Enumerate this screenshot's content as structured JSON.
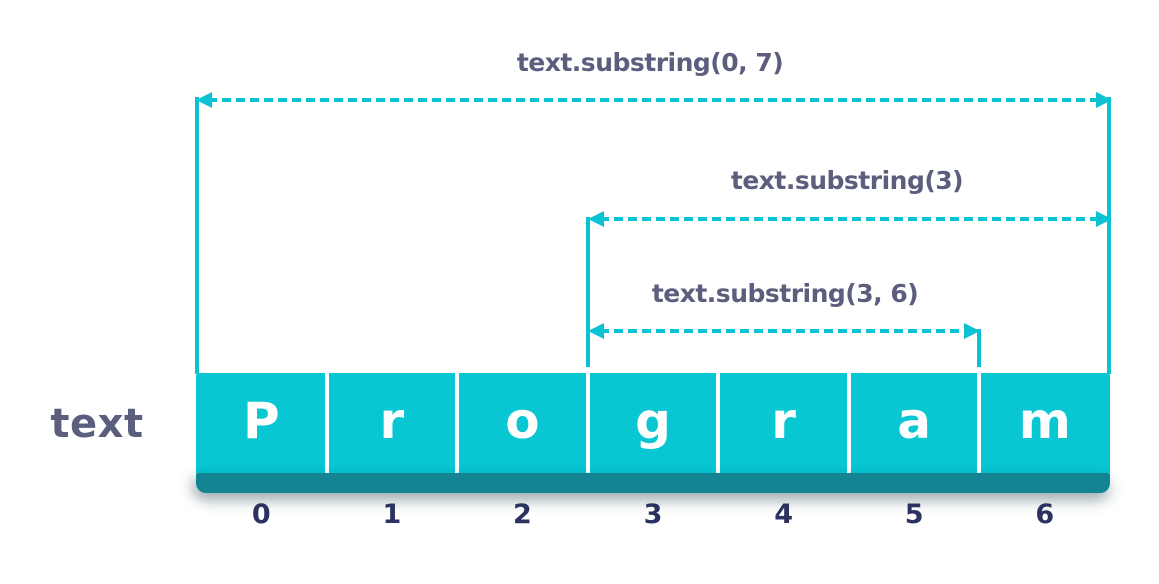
{
  "diagram": {
    "variable_label": "text",
    "string_value": "Program",
    "cells": [
      "P",
      "r",
      "o",
      "g",
      "r",
      "a",
      "m"
    ],
    "indices": [
      "0",
      "1",
      "2",
      "3",
      "4",
      "5",
      "6"
    ],
    "annotations": [
      {
        "label": "text.substring(0, 7)",
        "from_index": 0,
        "to_index": 7
      },
      {
        "label": "text.substring(3)",
        "from_index": 3,
        "to_index": 7
      },
      {
        "label": "text.substring(3, 6)",
        "from_index": 3,
        "to_index": 6
      }
    ],
    "colors": {
      "cell_fill": "#08c6d2",
      "cell_shadow": "#128492",
      "arrow": "#0bc2d2",
      "label_text": "#5c5e7d",
      "index_text": "#2b3260",
      "cell_letter": "#ffffff",
      "background": "#ffffff"
    }
  }
}
